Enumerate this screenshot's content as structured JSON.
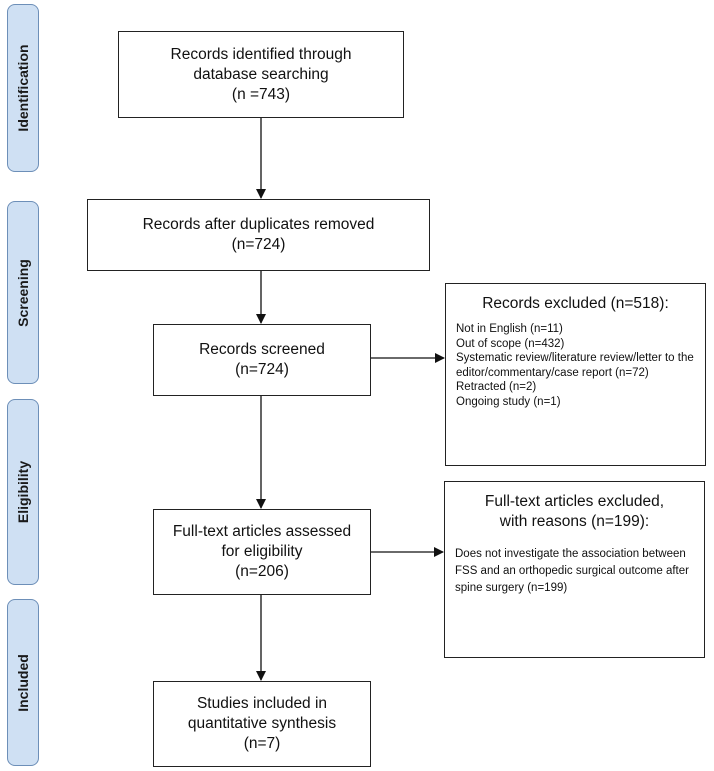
{
  "phases": {
    "identification": "Identification",
    "screening": "Screening",
    "eligibility": "Eligibility",
    "included": "Included"
  },
  "boxes": {
    "identified": [
      "Records identified through",
      "database searching",
      "(n =743)"
    ],
    "duplicates_removed": [
      "Records after duplicates removed",
      "(n=724)"
    ],
    "screened": [
      "Records screened",
      "(n=724)"
    ],
    "fulltext_assessed": [
      "Full-text articles assessed",
      "for eligibility",
      "(n=206)"
    ],
    "included_studies": [
      "Studies included in",
      "quantitative synthesis",
      "(n=7)"
    ]
  },
  "records_excluded": {
    "title": "Records excluded (n=518):",
    "items": [
      "Not in English (n=11)",
      "Out of scope (n=432)",
      "Systematic review/literature review/letter to the editor/commentary/case report (n=72)",
      "Retracted (n=2)",
      "Ongoing study (n=1)"
    ]
  },
  "fulltext_excluded": {
    "title_lines": [
      "Full-text articles excluded,",
      "with reasons (n=199):"
    ],
    "items": [
      "Does not investigate the association between FSS and an orthopedic surgical outcome after spine surgery (n=199)"
    ]
  }
}
